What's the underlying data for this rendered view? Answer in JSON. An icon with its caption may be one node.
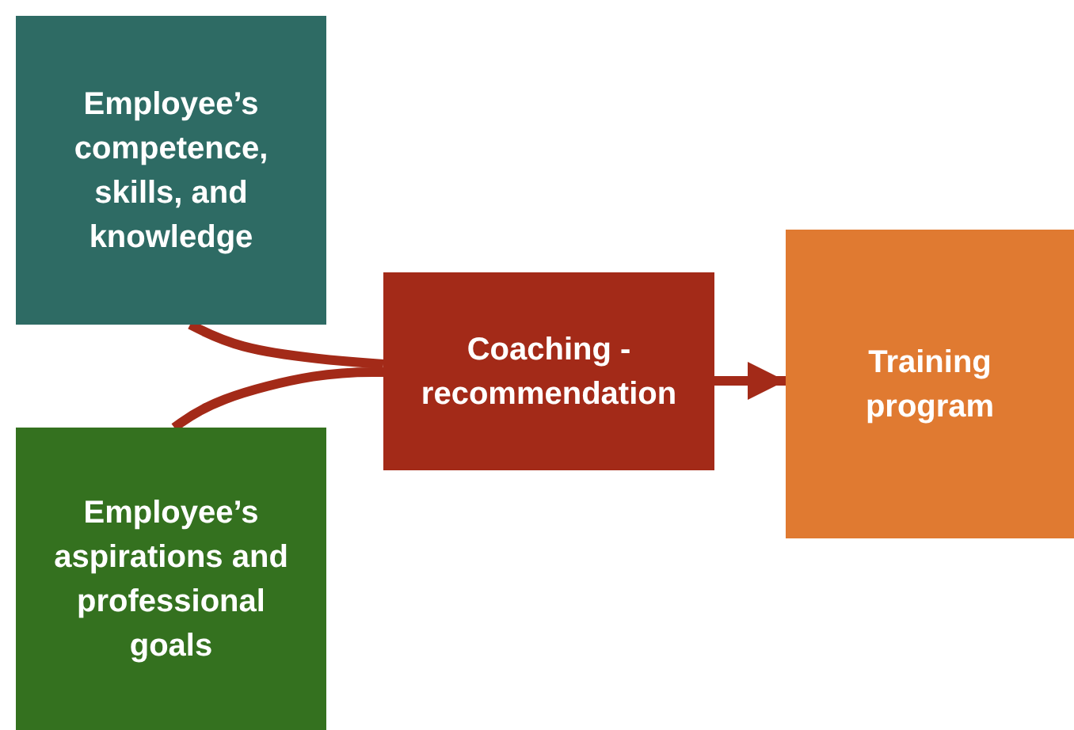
{
  "diagram": {
    "nodes": [
      {
        "text": [
          "Employee’s competence, skills, and knowledge"
        ]
      },
      {
        "text": [
          "Employee’s aspirations and professional goals"
        ]
      },
      {
        "text": [
          "Coaching - recommendation"
        ]
      },
      {
        "text": [
          "Training program"
        ]
      }
    ],
    "edges": [
      {
        "from": 0,
        "to": 2,
        "arrow": "none"
      },
      {
        "from": 1,
        "to": 2,
        "arrow": "none"
      },
      {
        "from": 2,
        "to": 3,
        "arrow": "to"
      }
    ]
  }
}
